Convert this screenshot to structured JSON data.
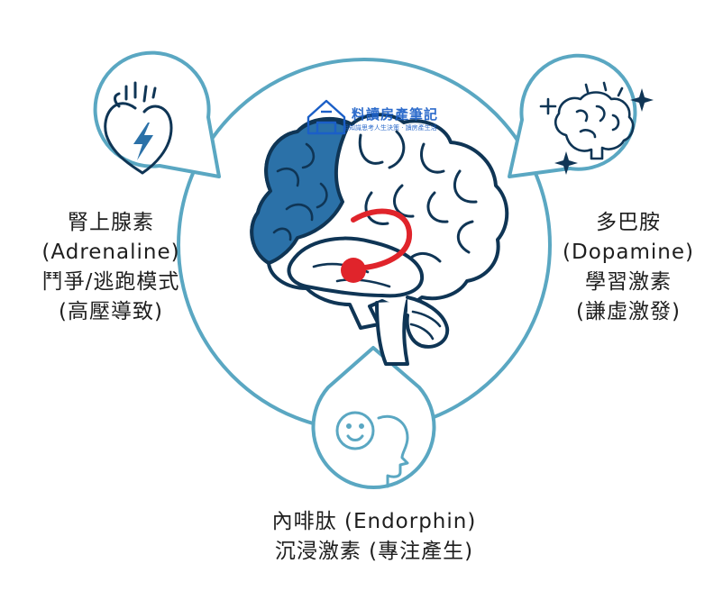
{
  "labels": {
    "adrenaline": [
      "腎上腺素",
      "(Adrenaline)",
      "鬥爭/逃跑模式",
      "(高壓導致)"
    ],
    "dopamine": [
      "多巴胺",
      "(Dopamine)",
      "學習激素",
      "(謙虛激發)"
    ],
    "endorphin": [
      "內啡肽 (Endorphin)",
      "沉浸激素 (專注產生)"
    ]
  },
  "watermark": {
    "title": "料讀房產筆記",
    "subtitle": "用知識思考人生決策 · 讀房產生活"
  },
  "colors": {
    "outline": "#5aa7c2",
    "brain_blue": "#2b71a8",
    "line_navy": "#0f3555",
    "highlight_red": "#e0242b"
  },
  "icons": [
    "heart-icon",
    "brain-sparkle-icon",
    "smiling-head-icon"
  ]
}
